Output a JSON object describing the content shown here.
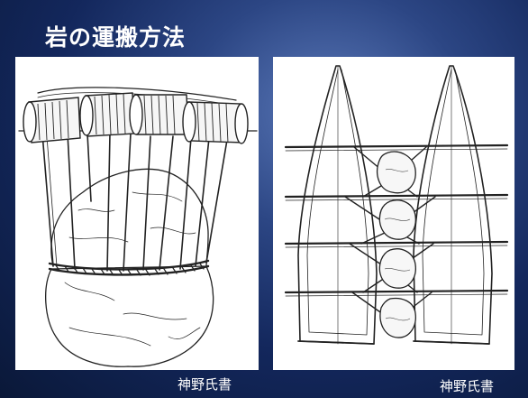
{
  "slide": {
    "title": "岩の運搬方法"
  },
  "figures": [
    {
      "id": "left",
      "caption": "神野氏書"
    },
    {
      "id": "right",
      "caption": "神野氏書"
    }
  ]
}
